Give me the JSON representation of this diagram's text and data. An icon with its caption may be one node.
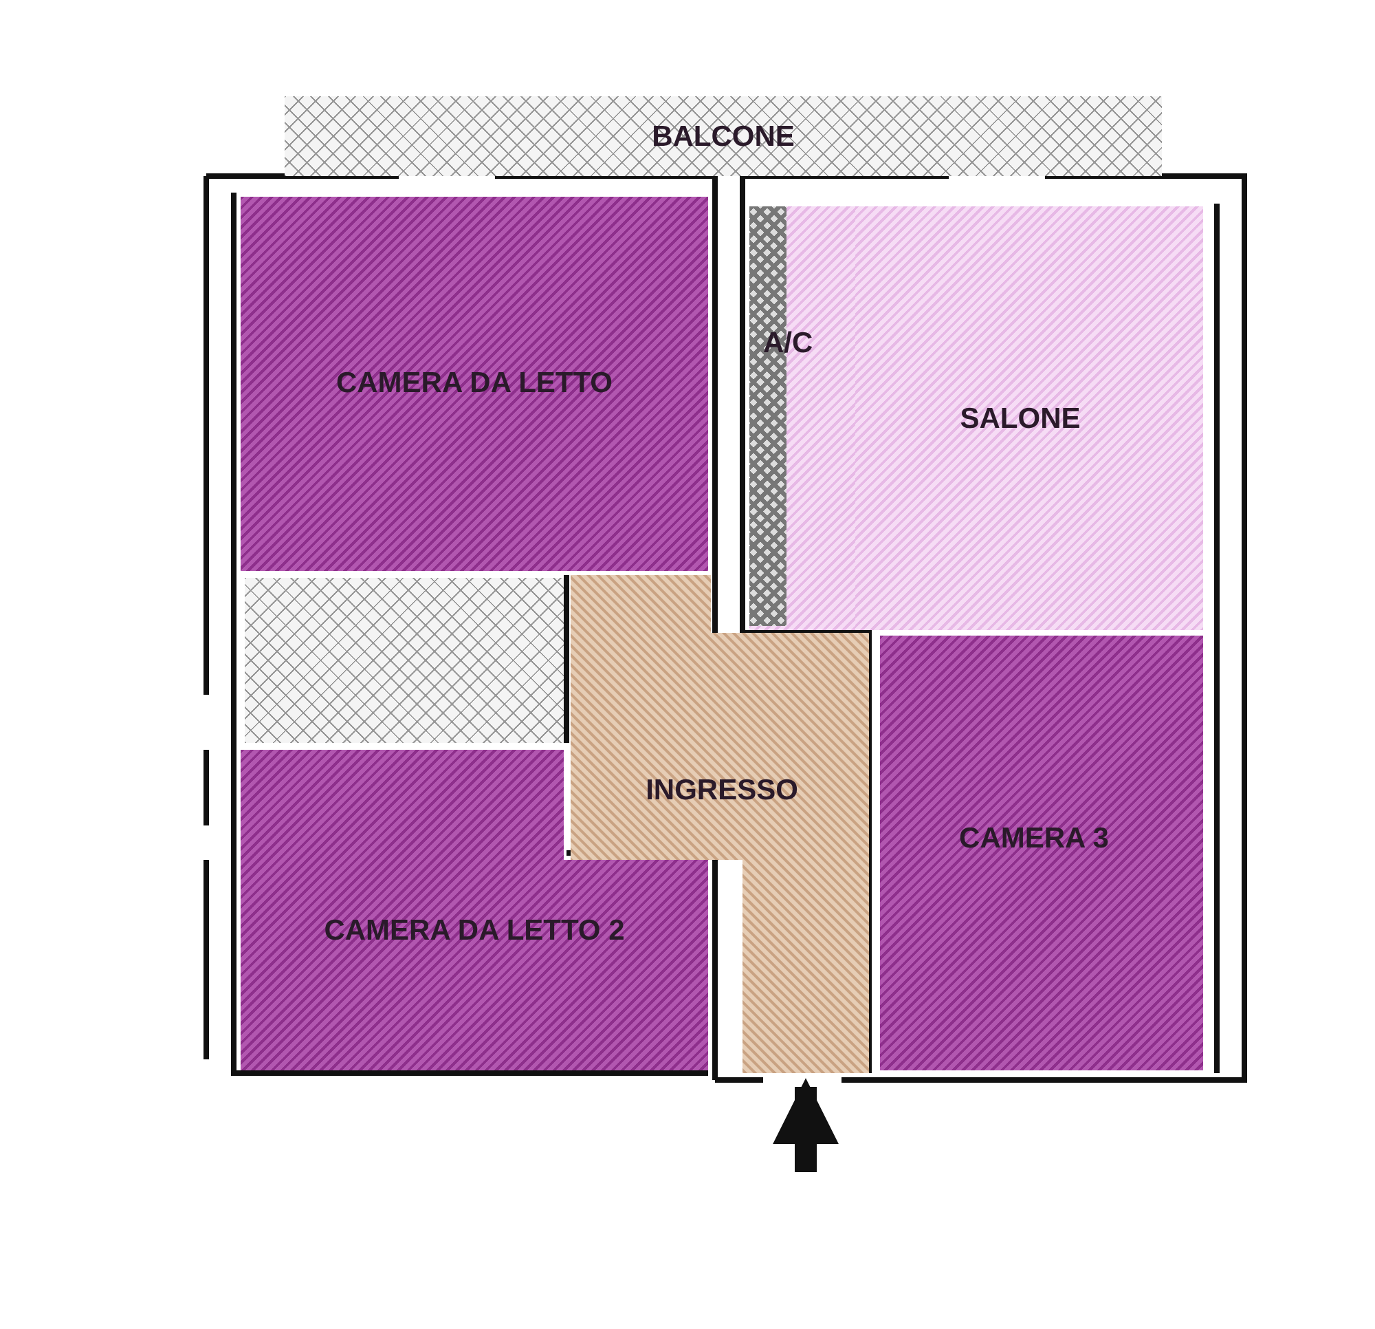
{
  "diagram": {
    "nodes": [
      {
        "text": [
          "BALCONE"
        ]
      },
      {
        "text": [
          "CAMERA DA LETTO"
        ]
      },
      {
        "text": [
          "A/C"
        ]
      },
      {
        "text": [
          "SALONE"
        ]
      },
      {
        "text": [],
        "shape": "box"
      },
      {
        "text": [
          "INGRESSO"
        ]
      },
      {
        "text": [
          "CAMERA 3"
        ]
      },
      {
        "text": [
          "CAMERA DA LETTO 2"
        ]
      }
    ],
    "edges": [
      {
        "from": null,
        "to": 5,
        "arrow": "to"
      }
    ]
  }
}
